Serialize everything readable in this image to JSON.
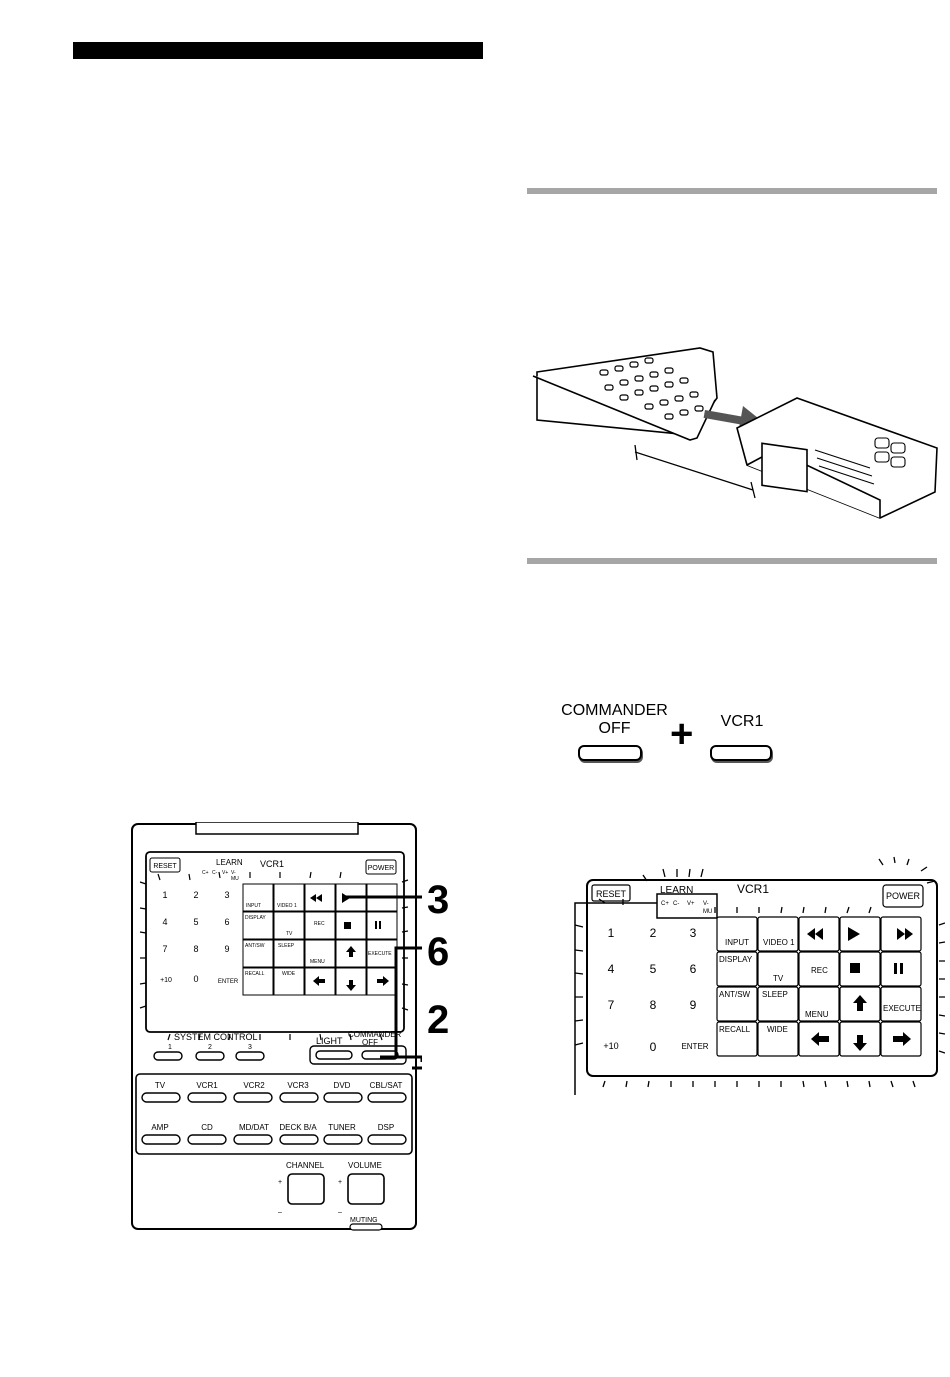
{
  "remote": {
    "reset": "RESET",
    "learn": "LEARN",
    "learn_sub": [
      "C+",
      "C-",
      "V+",
      "V-",
      "MU"
    ],
    "device": "VCR1",
    "power": "POWER",
    "numbers": [
      "1",
      "2",
      "3",
      "4",
      "5",
      "6",
      "7",
      "8",
      "9",
      "+10",
      "0",
      "ENTER"
    ],
    "keys": [
      "INPUT",
      "VIDEO 1",
      "DISPLAY",
      "TV",
      "REC",
      "ANT/SW",
      "SLEEP",
      "MENU",
      "EXECUTE",
      "RECALL",
      "WIDE"
    ],
    "system_control": "SYSTEM  CONTROL",
    "system_buttons": [
      "1",
      "2",
      "3"
    ],
    "light": "LIGHT",
    "commander_off": "COMMANDER OFF",
    "commander_off_lines": [
      "COMMANDER",
      "OFF"
    ],
    "devices_row1": [
      "TV",
      "VCR1",
      "VCR2",
      "VCR3",
      "DVD",
      "CBL/SAT"
    ],
    "devices_row2": [
      "AMP",
      "CD",
      "MD/DAT",
      "DECK B/A",
      "TUNER",
      "DSP"
    ],
    "channel": "CHANNEL",
    "volume": "VOLUME",
    "muting": "MUTING",
    "plus_sign": "+",
    "minus_sign": "–"
  },
  "callouts": [
    "3",
    "6",
    "2"
  ],
  "combo": {
    "left_line1": "COMMANDER",
    "left_line2": "OFF",
    "plus": "+",
    "right": "VCR1"
  }
}
